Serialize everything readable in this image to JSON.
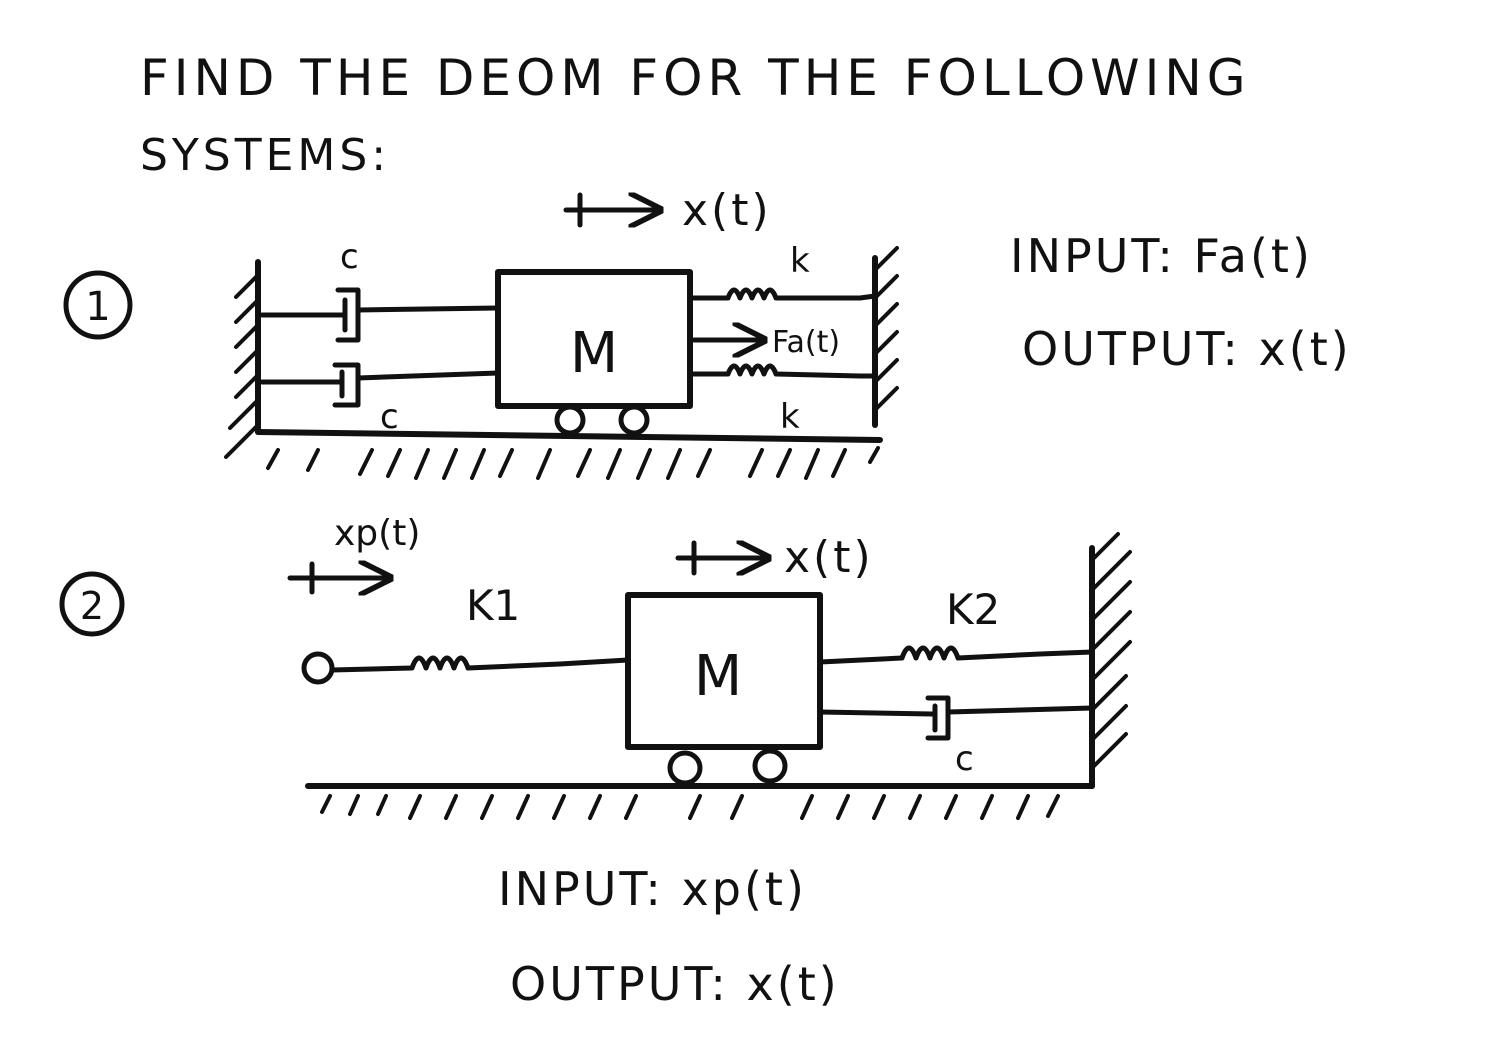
{
  "title": {
    "line1": "FIND THE DEOM FOR THE FOLLOWING",
    "line2": "SYSTEMS:"
  },
  "system1": {
    "number": "1",
    "displacement": "x(t)",
    "damper_top": "c",
    "damper_bottom": "c",
    "mass": "M",
    "spring_top": "k",
    "spring_bottom": "k",
    "force": "Fa(t)",
    "input": "INPUT: Fa(t)",
    "output": "OUTPUT: x(t)"
  },
  "system2": {
    "number": "2",
    "input_displacement": "xp(t)",
    "displacement": "x(t)",
    "spring_left": "K1",
    "mass": "M",
    "spring_right": "K2",
    "damper": "c",
    "input": "INPUT: xp(t)",
    "output": "OUTPUT: x(t)"
  }
}
